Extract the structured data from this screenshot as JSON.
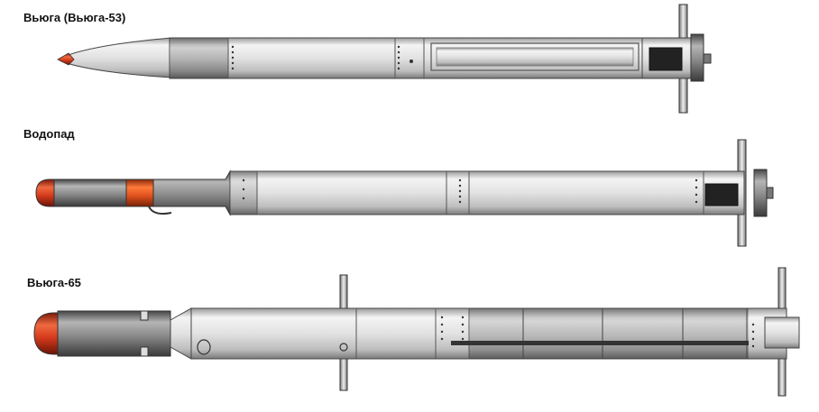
{
  "missiles": [
    {
      "label": "Вьюга (Вьюга-53)"
    },
    {
      "label": "Водопад"
    },
    {
      "label": "Вьюга-65"
    }
  ],
  "colors": {
    "body_light": "#e9e9e9",
    "body_dark": "#8a8a8a",
    "nose_red": "#d43a1c",
    "band_orange": "#e0521e"
  }
}
